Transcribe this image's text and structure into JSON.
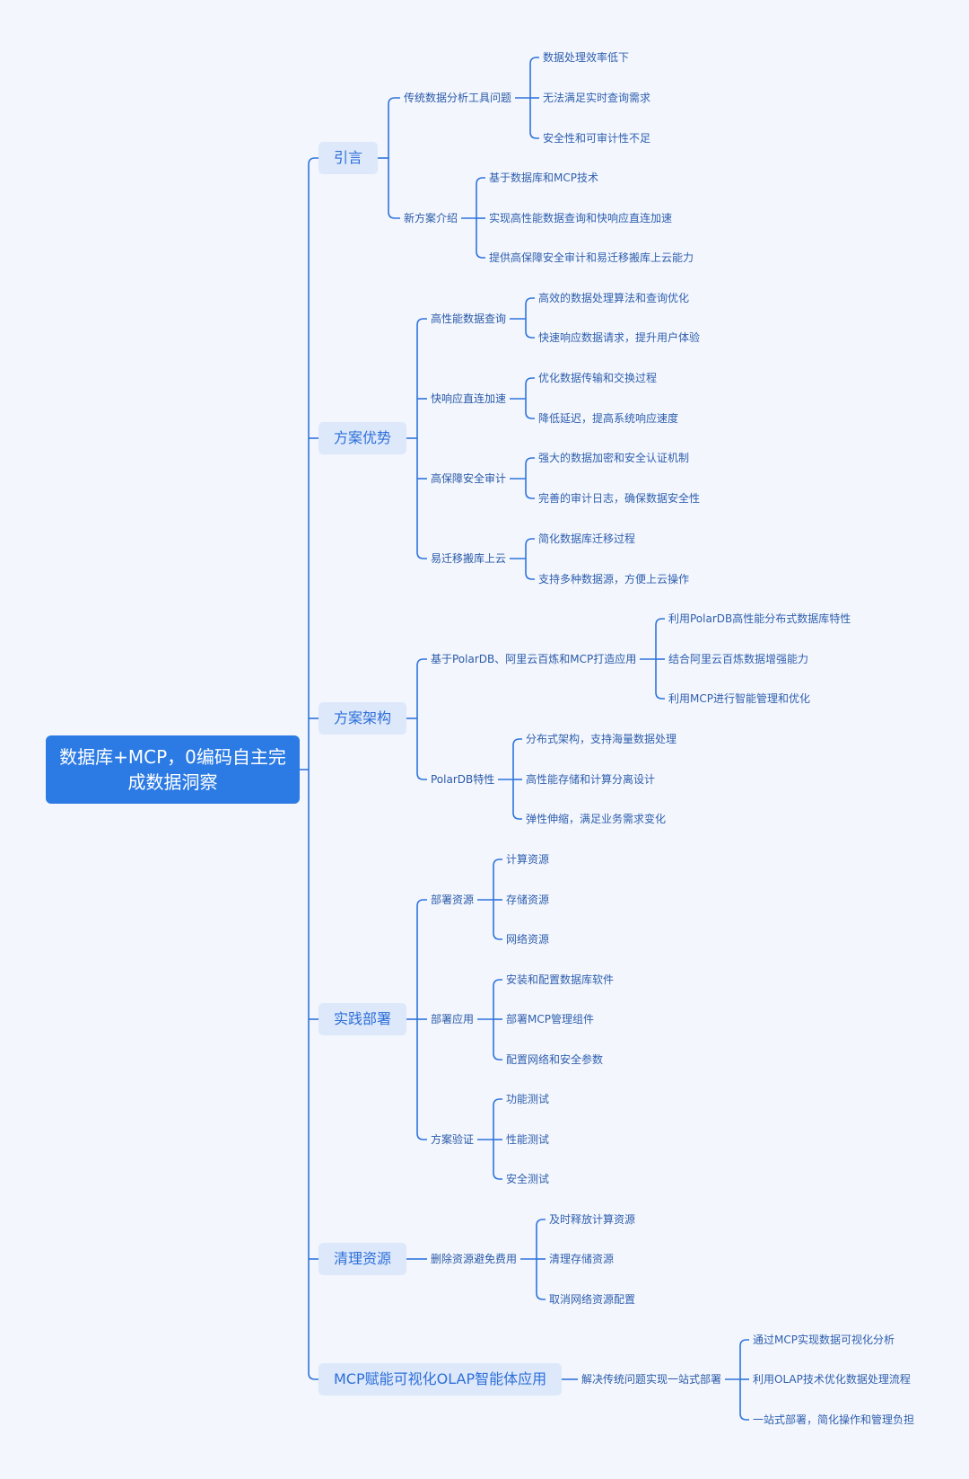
{
  "mindmap": {
    "root": "数据库+MCP，0编码自主完成数据洞察",
    "branches": [
      {
        "label": "引言",
        "children": [
          {
            "label": "传统数据分析工具问题",
            "children": [
              "数据处理效率低下",
              "无法满足实时查询需求",
              "安全性和可审计性不足"
            ]
          },
          {
            "label": "新方案介绍",
            "children": [
              "基于数据库和MCP技术",
              "实现高性能数据查询和快响应直连加速",
              "提供高保障安全审计和易迁移搬库上云能力"
            ]
          }
        ]
      },
      {
        "label": "方案优势",
        "children": [
          {
            "label": "高性能数据查询",
            "children": [
              "高效的数据处理算法和查询优化",
              "快速响应数据请求，提升用户体验"
            ]
          },
          {
            "label": "快响应直连加速",
            "children": [
              "优化数据传输和交换过程",
              "降低延迟，提高系统响应速度"
            ]
          },
          {
            "label": "高保障安全审计",
            "children": [
              "强大的数据加密和安全认证机制",
              "完善的审计日志，确保数据安全性"
            ]
          },
          {
            "label": "易迁移搬库上云",
            "children": [
              "简化数据库迁移过程",
              "支持多种数据源，方便上云操作"
            ]
          }
        ]
      },
      {
        "label": "方案架构",
        "children": [
          {
            "label": "基于PolarDB、阿里云百炼和MCP打造应用",
            "children": [
              "利用PolarDB高性能分布式数据库特性",
              "结合阿里云百炼数据增强能力",
              "利用MCP进行智能管理和优化"
            ]
          },
          {
            "label": "PolarDB特性",
            "children": [
              "分布式架构，支持海量数据处理",
              "高性能存储和计算分离设计",
              "弹性伸缩，满足业务需求变化"
            ]
          }
        ]
      },
      {
        "label": "实践部署",
        "children": [
          {
            "label": "部署资源",
            "children": [
              "计算资源",
              "存储资源",
              "网络资源"
            ]
          },
          {
            "label": "部署应用",
            "children": [
              "安装和配置数据库软件",
              "部署MCP管理组件",
              "配置网络和安全参数"
            ]
          },
          {
            "label": "方案验证",
            "children": [
              "功能测试",
              "性能测试",
              "安全测试"
            ]
          }
        ]
      },
      {
        "label": "清理资源",
        "children": [
          {
            "label": "删除资源避免费用",
            "children": [
              "及时释放计算资源",
              "清理存储资源",
              "取消网络资源配置"
            ]
          }
        ]
      },
      {
        "label": "MCP赋能可视化OLAP智能体应用",
        "children": [
          {
            "label": "解决传统问题实现一站式部署",
            "children": [
              "通过MCP实现数据可视化分析",
              "利用OLAP技术优化数据处理流程",
              "一站式部署，简化操作和管理负担"
            ]
          }
        ]
      }
    ]
  },
  "colors": {
    "background": "#f3f6fd",
    "root_fill": "#2c7be5",
    "branch_fill": "#dde8fb",
    "branch_text": "#2d6fd8",
    "line": "#2f74dd",
    "leaf_text": "#2a5aa8"
  }
}
